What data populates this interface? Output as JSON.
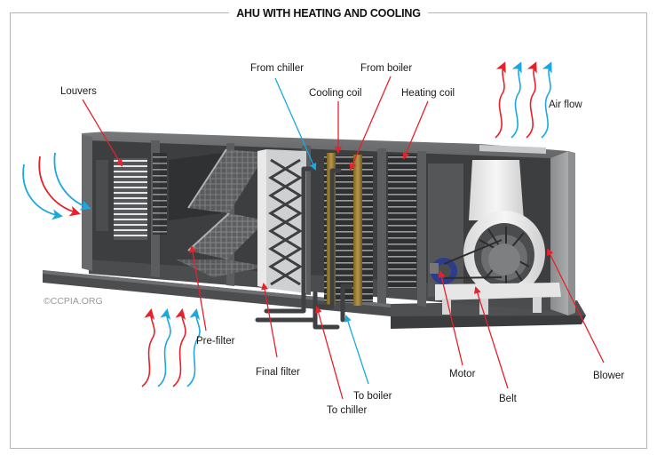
{
  "title": "AHU WITH HEATING AND COOLING",
  "copyright": "©CCPIA.ORG",
  "colors": {
    "warm_air": "#e8202a",
    "cool_air": "#1ba8e0",
    "casing": "#5a5c5e",
    "casing_dark": "#3d3f41",
    "frame_border": "#b5b5b5"
  },
  "labels": {
    "louvers": "Louvers",
    "from_chiller": "From chiller",
    "from_boiler": "From boiler",
    "cooling_coil": "Cooling coil",
    "heating_coil": "Heating coil",
    "air_flow": "Air flow",
    "pre_filter": "Pre-filter",
    "final_filter": "Final filter",
    "to_boiler": "To boiler",
    "to_chiller": "To chiller",
    "motor": "Motor",
    "belt": "Belt",
    "blower": "Blower"
  },
  "components": [
    {
      "id": "louvers",
      "label": "Louvers",
      "pointer_color": "red"
    },
    {
      "id": "pre_filter",
      "label": "Pre-filter",
      "pointer_color": "red"
    },
    {
      "id": "final_filter",
      "label": "Final filter",
      "pointer_color": "red"
    },
    {
      "id": "cooling_coil",
      "label": "Cooling coil",
      "pointer_color": "red"
    },
    {
      "id": "heating_coil",
      "label": "Heating coil",
      "pointer_color": "red"
    },
    {
      "id": "from_chiller",
      "label": "From chiller",
      "pointer_color": "blue"
    },
    {
      "id": "from_boiler",
      "label": "From boiler",
      "pointer_color": "red"
    },
    {
      "id": "to_chiller",
      "label": "To chiller",
      "pointer_color": "red"
    },
    {
      "id": "to_boiler",
      "label": "To boiler",
      "pointer_color": "blue"
    },
    {
      "id": "motor",
      "label": "Motor",
      "pointer_color": "red"
    },
    {
      "id": "belt",
      "label": "Belt",
      "pointer_color": "red"
    },
    {
      "id": "blower",
      "label": "Blower",
      "pointer_color": "red"
    }
  ],
  "airflow_groups": [
    {
      "id": "intake-side",
      "direction": "right",
      "arrows": [
        "blue",
        "red",
        "blue"
      ]
    },
    {
      "id": "intake-bottom",
      "direction": "up",
      "arrows": [
        "red",
        "blue",
        "red",
        "blue"
      ]
    },
    {
      "id": "exhaust-top",
      "direction": "up",
      "arrows": [
        "red",
        "blue",
        "red",
        "blue"
      ]
    }
  ]
}
